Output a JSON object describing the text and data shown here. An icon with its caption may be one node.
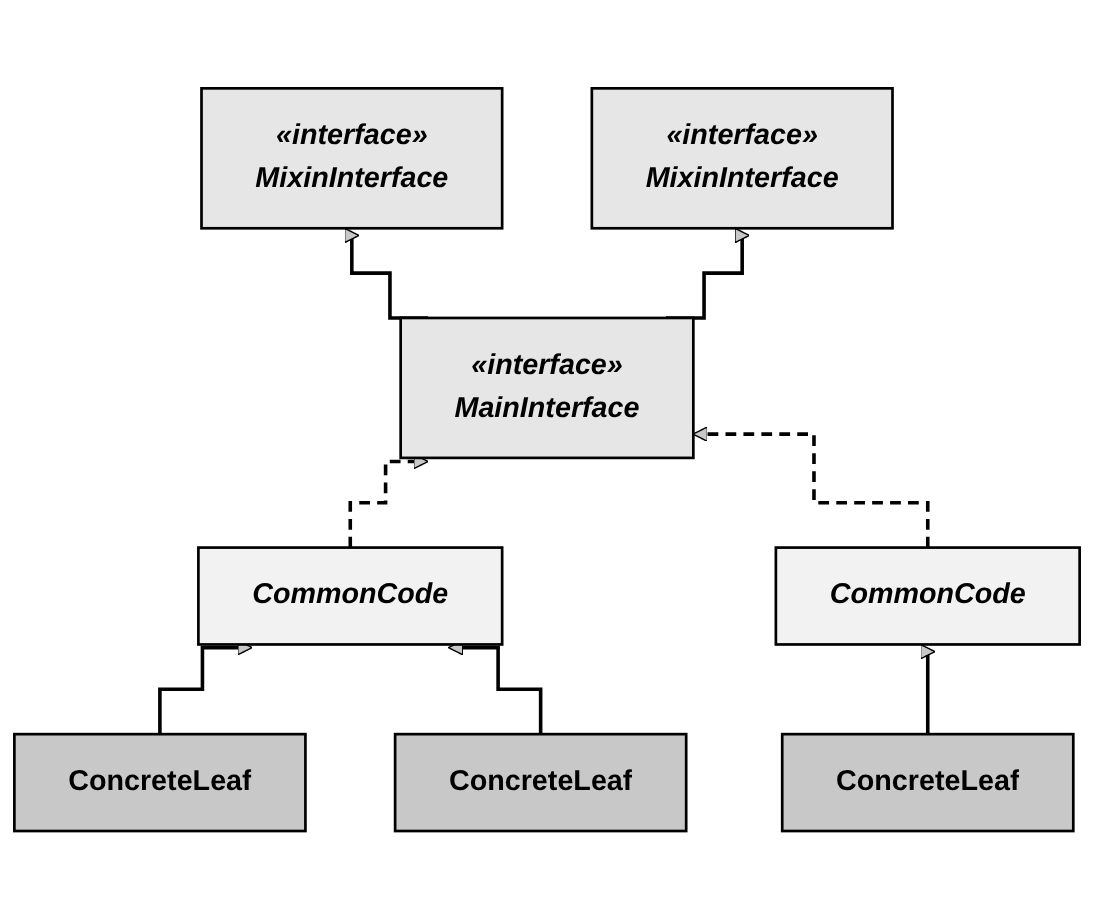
{
  "diagram": {
    "nodes": [
      {
        "text": [
          "«interface»",
          "MixinInterface"
        ]
      },
      {
        "text": [
          "«interface»",
          "MixinInterface"
        ]
      },
      {
        "text": [
          "«interface»",
          "MainInterface"
        ]
      },
      {
        "text": [
          "CommonCode"
        ]
      },
      {
        "text": [
          "CommonCode"
        ]
      },
      {
        "text": [
          "ConcreteLeaf"
        ]
      },
      {
        "text": [
          "ConcreteLeaf"
        ]
      },
      {
        "text": [
          "ConcreteLeaf"
        ]
      }
    ],
    "edges": [
      {
        "from": 2,
        "to": 0,
        "arrow": "to"
      },
      {
        "from": 2,
        "to": 1,
        "arrow": "to"
      },
      {
        "from": 3,
        "to": 2,
        "arrow": "to",
        "style": "dashed"
      },
      {
        "from": 4,
        "to": 2,
        "arrow": "to",
        "style": "dashed"
      },
      {
        "from": 5,
        "to": 3,
        "arrow": "to"
      },
      {
        "from": 6,
        "to": 3,
        "arrow": "to"
      },
      {
        "from": 7,
        "to": 4,
        "arrow": "to"
      }
    ]
  }
}
